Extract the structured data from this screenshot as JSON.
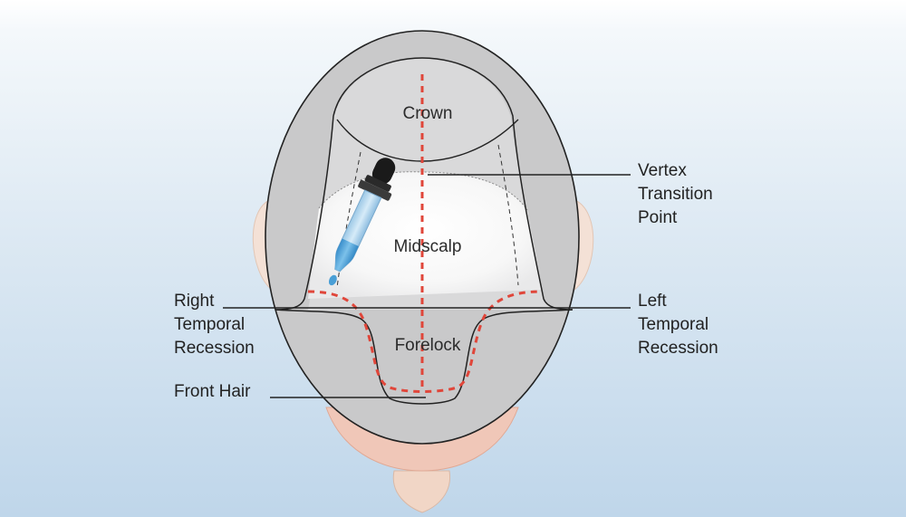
{
  "regions": {
    "crown": "Crown",
    "midscalp": "Midscalp",
    "forelock": "Forelock"
  },
  "callouts": {
    "vertex_transition_point": [
      "Vertex",
      "Transition",
      "Point"
    ],
    "right_temporal_recession": [
      "Right",
      "Temporal",
      "Recession"
    ],
    "left_temporal_recession": [
      "Left",
      "Temporal",
      "Recession"
    ],
    "front_hair": [
      "Front Hair"
    ]
  },
  "colors": {
    "scalp_outer": "#c9c9ca",
    "scalp_bald_area": "#d9d9da",
    "midscalp_highlight": "#ffffff",
    "outline": "#222222",
    "guide_dashes": "#e0463a",
    "dropper_bulb": "#1a1a1a",
    "dropper_liquid": "#4a9fd6",
    "ear_skin": "#f4e1d6",
    "nose_skin": "#f1d6c6"
  },
  "icons": [
    "dropper-icon"
  ]
}
